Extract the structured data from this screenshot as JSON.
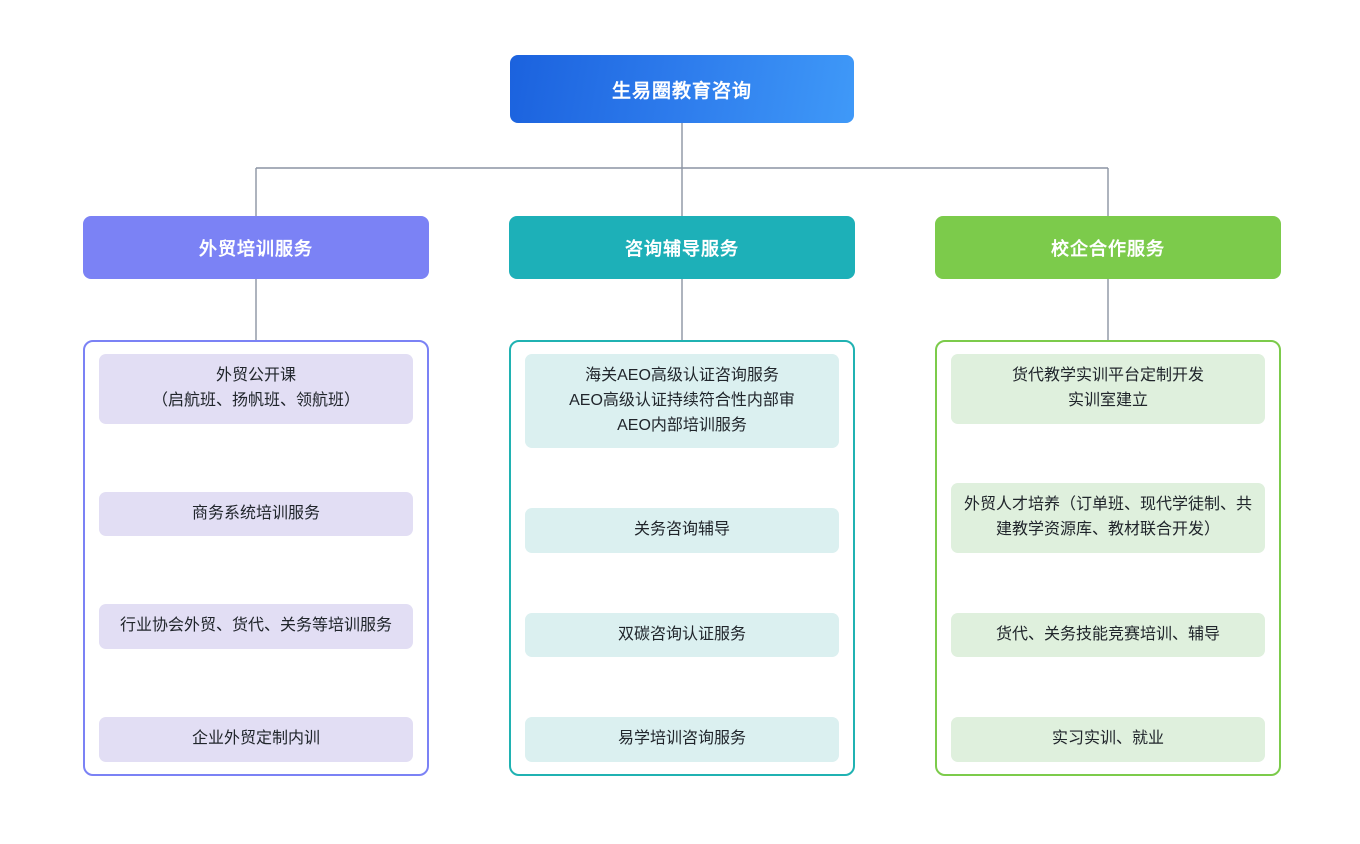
{
  "diagram": {
    "type": "organization-chart",
    "root": {
      "label": "生易圈教育咨询",
      "gradient_from": "#1b62de",
      "gradient_to": "#3f99f8",
      "text_color": "#ffffff"
    },
    "connector_color": "#8c94a3",
    "branches": [
      {
        "header": "外贸培训服务",
        "header_color": "#7b82f5",
        "border_color": "#7b82f5",
        "card_color": "#e2def4",
        "items": [
          "外贸公开课\n（启航班、扬帆班、领航班）",
          "商务系统培训服务",
          "行业协会外贸、货代、关务等培训服务",
          "企业外贸定制内训"
        ]
      },
      {
        "header": "咨询辅导服务",
        "header_color": "#1db0b8",
        "border_color": "#20b2b2",
        "card_color": "#dbf0f0",
        "items": [
          "海关AEO高级认证咨询服务\nAEO高级认证持续符合性内部审\nAEO内部培训服务",
          "关务咨询辅导",
          "双碳咨询认证服务",
          "易学培训咨询服务"
        ]
      },
      {
        "header": "校企合作服务",
        "header_color": "#7ccb4b",
        "border_color": "#7ccb4b",
        "card_color": "#dff0dd",
        "items": [
          "货代教学实训平台定制开发\n实训室建立",
          "外贸人才培养（订单班、现代学徒制、共建教学资源库、教材联合开发）",
          "货代、关务技能竞赛培训、辅导",
          "实习实训、就业"
        ]
      }
    ]
  }
}
